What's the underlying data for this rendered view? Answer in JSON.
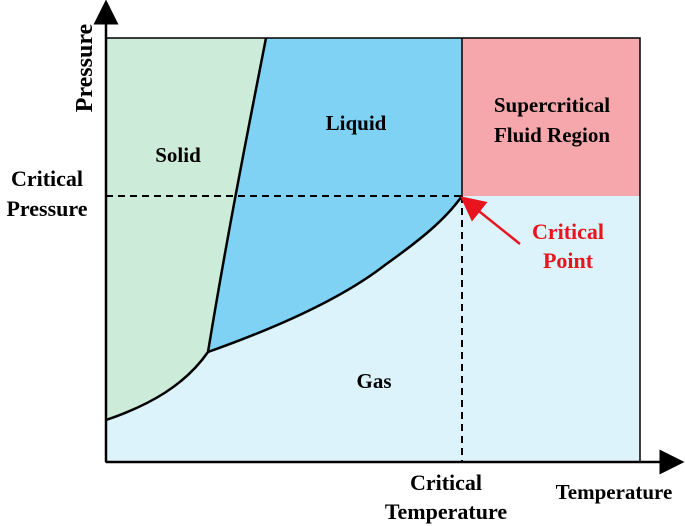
{
  "colors": {
    "solid": "#cdebd9",
    "liquid": "#7fd2f3",
    "gas": "#dcf3fb",
    "supercritical": "#f6a7ab",
    "critical_point_label": "#e8141e",
    "lines": "#000000"
  },
  "axes": {
    "y_label": "Pressure",
    "x_label": "Temperature",
    "critical_pressure_line1": "Critical",
    "critical_pressure_line2": "Pressure",
    "critical_temperature_line1": "Critical",
    "critical_temperature_line2": "Temperature"
  },
  "regions": {
    "solid": "Solid",
    "liquid": "Liquid",
    "gas": "Gas",
    "supercritical_line1": "Supercritical",
    "supercritical_line2": "Fluid Region"
  },
  "critical_point": {
    "line1": "Critical",
    "line2": "Point"
  }
}
